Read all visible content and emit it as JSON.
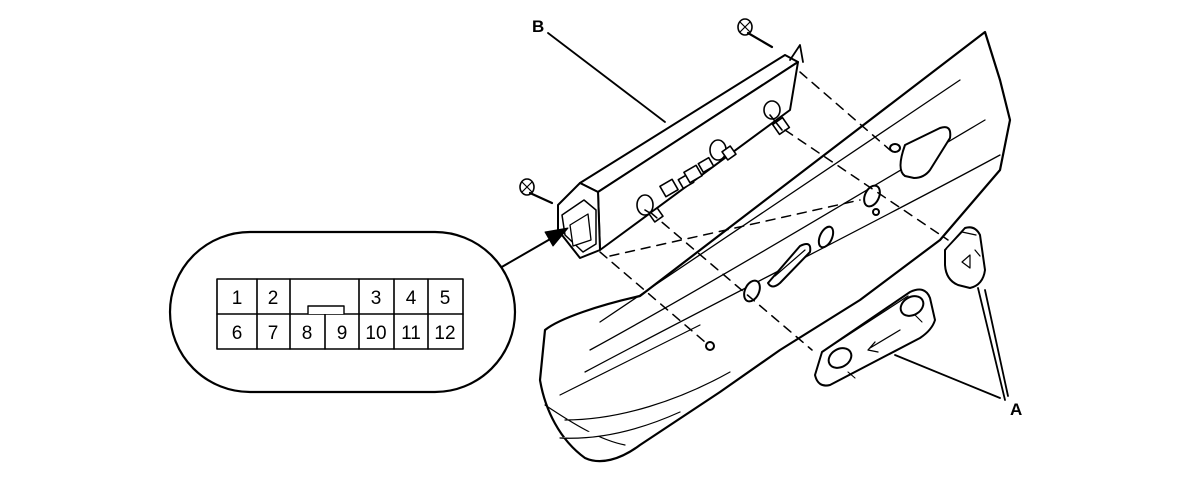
{
  "callouts": {
    "a": "A",
    "b": "B"
  },
  "connector": {
    "pins_top": [
      "1",
      "2",
      "",
      "3",
      "4",
      "5"
    ],
    "pins_bottom": [
      "6",
      "7",
      "8",
      "9",
      "10",
      "11",
      "12"
    ]
  }
}
